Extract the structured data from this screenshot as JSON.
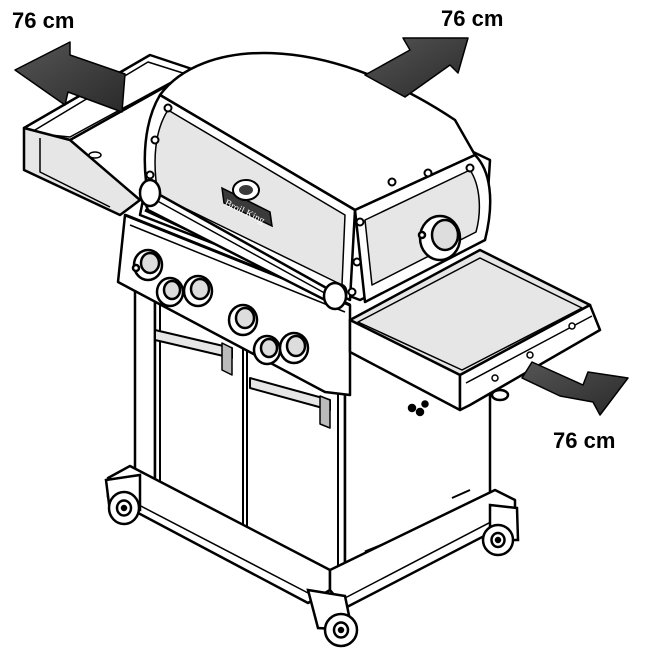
{
  "dimensions": {
    "top_left": "76 cm",
    "top_right": "76 cm",
    "bottom_right": "76 cm"
  },
  "brand_badge": "Broil King",
  "colors": {
    "outline": "#000000",
    "body": "#ffffff",
    "panel_shade": "#e6e6e6",
    "arrow": "#3a3a3a"
  },
  "icons": {
    "arrow": "clearance-arrow-icon",
    "knob": "control-knob-icon",
    "wheel": "caster-wheel-icon"
  }
}
